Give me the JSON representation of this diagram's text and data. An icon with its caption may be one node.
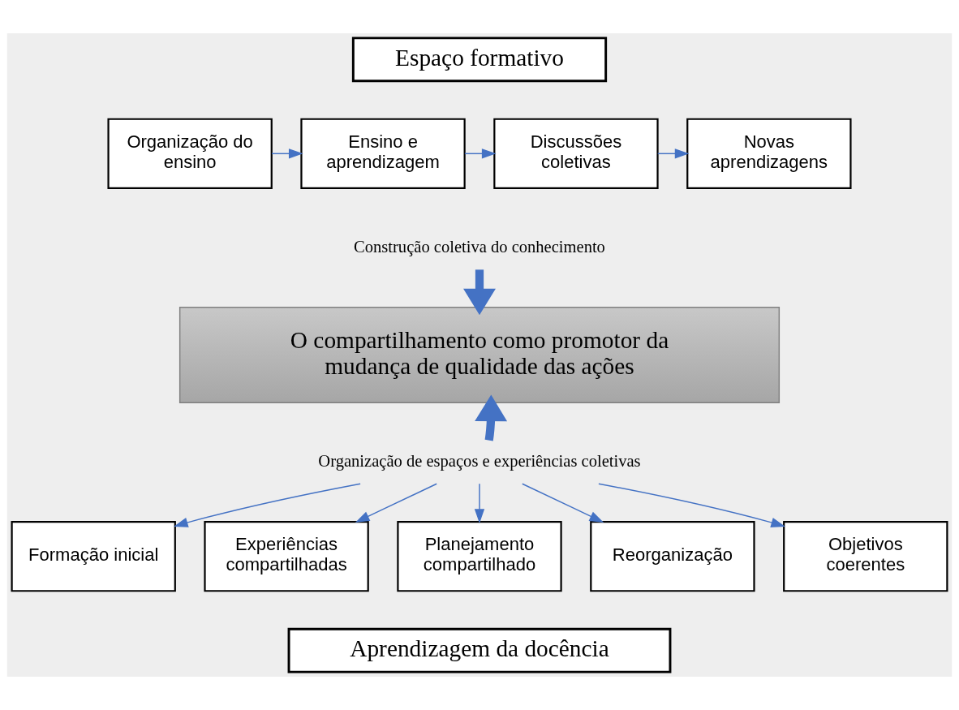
{
  "diagram": {
    "nodes": [
      {
        "text": [
          "Espaço formativo"
        ]
      },
      {
        "text": [
          "Organização do ensino"
        ]
      },
      {
        "text": [
          "Ensino e aprendizagem"
        ]
      },
      {
        "text": [
          "Discussões coletivas"
        ]
      },
      {
        "text": [
          "Novas aprendizagens"
        ]
      },
      {
        "text": [
          "Construção coletiva do conhecimento"
        ]
      },
      {
        "text": [
          "O compartilhamento como promotor da mudança de qualidade das ações"
        ]
      },
      {
        "text": [
          "Organização de espaços e experiências coletivas"
        ]
      },
      {
        "text": [
          "Formação inicial"
        ]
      },
      {
        "text": [
          "Experiências compartilhadas"
        ]
      },
      {
        "text": [
          "Planejamento compartilhado"
        ]
      },
      {
        "text": [
          "Reorganização"
        ]
      },
      {
        "text": [
          "Objetivos coerentes"
        ]
      },
      {
        "text": [
          "Aprendizagem da docência"
        ]
      }
    ],
    "edges": [
      {
        "from": 1,
        "to": 2,
        "arrow": "to"
      },
      {
        "from": 2,
        "to": 3,
        "arrow": "to"
      },
      {
        "from": 3,
        "to": 4,
        "arrow": "to"
      },
      {
        "from": 5,
        "to": 6,
        "arrow": "to",
        "style": "thick"
      },
      {
        "from": 7,
        "to": 6,
        "arrow": "to",
        "style": "thick"
      },
      {
        "from": 7,
        "to": 8,
        "arrow": "to"
      },
      {
        "from": 7,
        "to": 9,
        "arrow": "to"
      },
      {
        "from": 7,
        "to": 10,
        "arrow": "to"
      },
      {
        "from": 7,
        "to": 11,
        "arrow": "to"
      },
      {
        "from": 7,
        "to": 12,
        "arrow": "to"
      }
    ]
  }
}
